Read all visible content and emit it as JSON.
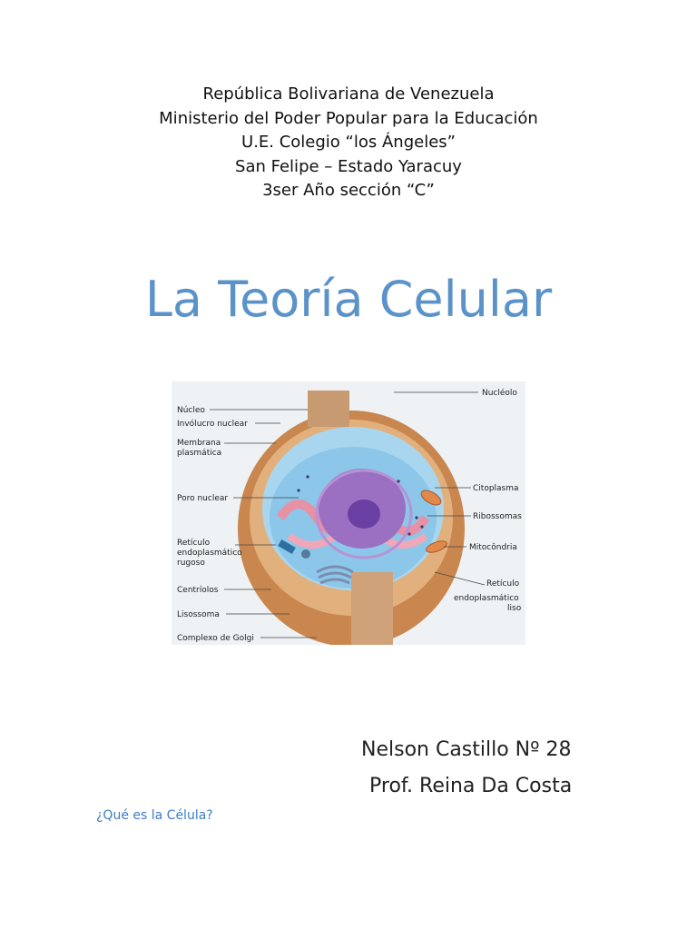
{
  "header": {
    "lines": [
      "República Bolivariana de Venezuela",
      "Ministerio del Poder Popular para la Educación",
      "U.E. Colegio “los Ángeles”",
      "San Felipe – Estado Yaracuy",
      "3ser Año sección “C”"
    ]
  },
  "title": "La Teoría Celular",
  "figure": {
    "labels_left": [
      "Núcleo",
      "Invólucro nuclear",
      "Membrana",
      "plasmática",
      "Poro nuclear",
      "Retículo",
      "endoplasmático",
      "rugoso",
      "Centríolos",
      "Lisossoma",
      "Complexo de Golgi"
    ],
    "labels_right": [
      "Nucléolo",
      "Citoplasma",
      "Ribossomas",
      "Mitocôndria",
      "Retículo",
      "endoplasmático",
      "liso"
    ]
  },
  "author": {
    "name": "Nelson Castillo Nº 28",
    "professor": "Prof. Reina Da Costa"
  },
  "section_heading": "¿Qué es la Célula?"
}
